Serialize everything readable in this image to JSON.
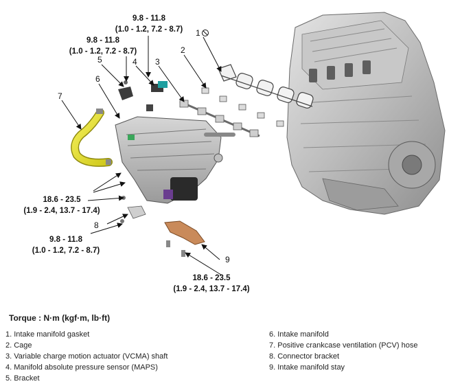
{
  "callouts": {
    "c1": "1",
    "c2": "2",
    "c3": "3",
    "c4": "4",
    "c5": "5",
    "c6": "6",
    "c7": "7",
    "c8": "8",
    "c9": "9"
  },
  "torques": {
    "t_top1_a": "9.8 - 11.8",
    "t_top1_b": "(1.0 - 1.2, 7.2 - 8.7)",
    "t_top2_a": "9.8 - 11.8",
    "t_top2_b": "(1.0 - 1.2, 7.2 - 8.7)",
    "t_mid_a": "18.6 - 23.5",
    "t_mid_b": "(1.9 - 2.4, 13.7 - 17.4)",
    "t_low_a": "9.8 - 11.8",
    "t_low_b": "(1.0 - 1.2, 7.2 - 8.7)",
    "t_bot_a": "18.6 - 23.5",
    "t_bot_b": "(1.9 - 2.4, 13.7 - 17.4)"
  },
  "legend": {
    "title": "Torque : N·m (kgf·m, lb·ft)",
    "left": [
      "1. Intake manifold gasket",
      "2. Cage",
      "3. Variable charge motion actuator (VCMA) shaft",
      "4. Manifold absolute pressure sensor (MAPS)",
      "5. Bracket"
    ],
    "right": [
      "6. Intake manifold",
      "7. Positive crankcase ventilation (PCV) hose",
      "8. Connector bracket",
      "9. Intake manifold stay"
    ]
  }
}
